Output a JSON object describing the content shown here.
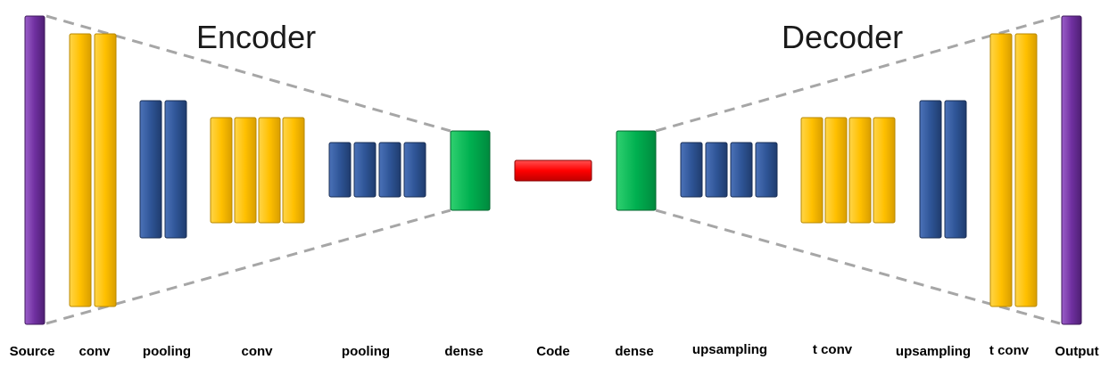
{
  "titles": {
    "encoder": "Encoder",
    "decoder": "Decoder"
  },
  "labels": {
    "source": "Source",
    "conv1": "conv",
    "pooling1": "pooling",
    "conv2": "conv",
    "pooling2": "pooling",
    "dense1": "dense",
    "code": "Code",
    "dense2": "dense",
    "upsampling1": "upsampling",
    "tconv1": "t conv",
    "upsampling2": "upsampling",
    "tconv2": "t conv",
    "output": "Output"
  },
  "colors": {
    "source_output": "#7030a0",
    "conv": "#ffc000",
    "pooling": "#2f5597",
    "dense": "#00b050",
    "code": "#ff0000",
    "guide": "#a6a6a6"
  }
}
